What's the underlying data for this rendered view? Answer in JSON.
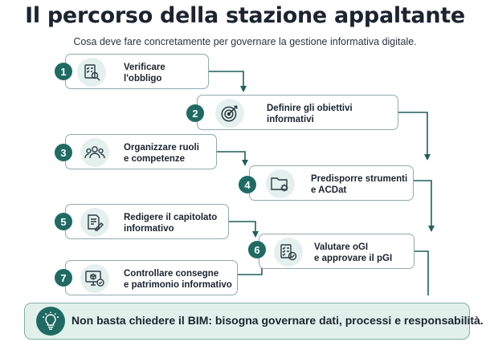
{
  "title": "Il percorso della stazione appaltante",
  "subtitle": "Cosa deve fare concretamente per governare la gestione informativa digitale.",
  "steps": [
    {
      "number": "1",
      "label": "Verificare\nl'obbligo",
      "icon": "checklist-magnifier-icon"
    },
    {
      "number": "2",
      "label": "Definire gli obiettivi\ninformativi",
      "icon": "target-icon"
    },
    {
      "number": "3",
      "label": "Organizzare ruoli\ne competenze",
      "icon": "team-icon"
    },
    {
      "number": "4",
      "label": "Predisporre strumenti\ne ACDat",
      "icon": "folder-gear-icon"
    },
    {
      "number": "5",
      "label": "Redigere il capitolato\ninformativo",
      "icon": "document-pen-icon"
    },
    {
      "number": "6",
      "label": "Valutare oGI\ne approvare il pGI",
      "icon": "checklist-approve-icon"
    },
    {
      "number": "7",
      "label": "Controllare consegne\ne patrimonio informativo",
      "icon": "monitor-check-icon"
    }
  ],
  "footer": {
    "text": "Non basta chiedere il BIM: bisogna governare dati, processi e responsabilità.",
    "icon": "lightbulb-icon"
  },
  "colors": {
    "accent": "#1f6b63",
    "icon_bg": "#e3f0ed",
    "card_border": "#8eaab3",
    "footer_bg": "#e2f0ec"
  }
}
